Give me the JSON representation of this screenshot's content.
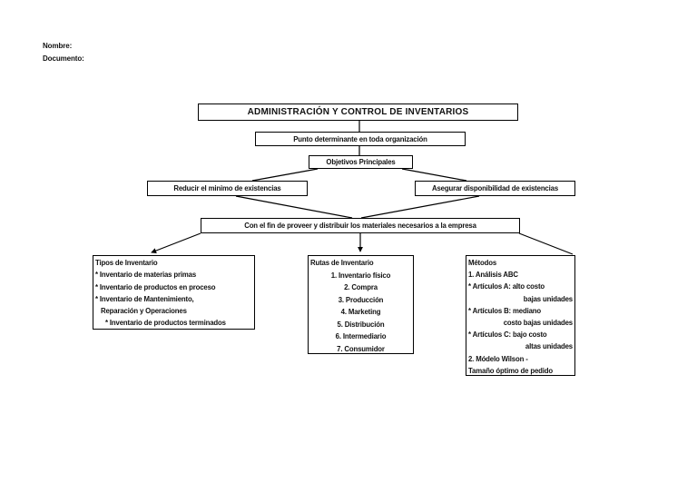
{
  "page": {
    "nombre_label": "Nombre:",
    "documento_label": "Documento:"
  },
  "colors": {
    "background": "#ffffff",
    "box_border": "#000000",
    "connector": "#000000",
    "text": "#111111"
  },
  "diagram": {
    "title": "ADMINISTRACIÓN Y CONTROL DE INVENTARIOS",
    "punto": "Punto determinante en toda organización",
    "objetivos": "Objetivos Principales",
    "reducir": "Reducir el minimo de existencias",
    "asegurar": "Asegurar disponibilidad de existencias",
    "fin": "Con el fin de proveer y distribuir los materiales necesarios a la empresa",
    "tipos": {
      "heading": "Tipos de Inventario",
      "items": [
        "* Inventario de materias primas",
        "* Inventario de productos en proceso",
        "* Inventario de Mantenimiento,",
        "Reparación y Operaciones",
        "* Inventario de productos terminados"
      ]
    },
    "rutas": {
      "heading": "Rutas de Inventario",
      "items": [
        "1. Inventario físico",
        "2. Compra",
        "3. Producción",
        "4. Marketing",
        "5. Distribución",
        "6. Intermediario",
        "7. Consumidor"
      ]
    },
    "metodos": {
      "heading": "Métodos",
      "items": [
        "1. Análisis ABC",
        "* Artículos A: alto costo",
        "bajas unidades",
        "* Artículos B: mediano",
        "costo bajas unidades",
        "* Artículos C: bajo costo",
        "altas unidades",
        "2. Módelo Wilson -",
        "Tamaño óptimo de pedido"
      ]
    }
  }
}
